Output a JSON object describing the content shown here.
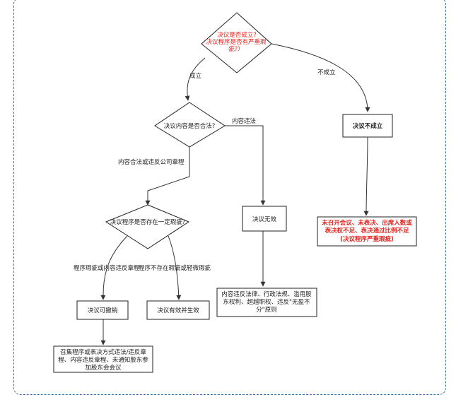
{
  "diagram": {
    "decision_established": {
      "line1": "决议是否成立?",
      "line2": "决议程序是否有严重瑕",
      "line3": "疵?）"
    },
    "edge_established": "成立",
    "edge_not_established": "不成立",
    "box_not_established": "决议不成立",
    "box_not_established_reason": {
      "line1": "未召开会议、未表决、出席人数或",
      "line2": "表决权不足、表决通过比例不足",
      "line3": "(决议程序严重瑕疵)"
    },
    "decision_content": "决议内容是否合法?",
    "edge_content_illegal": "内容违法",
    "edge_content_legal": "内容合法或违反公司章程",
    "box_void": "决议无效",
    "box_void_reason": {
      "line1": "内容违反法律、行政法规、滥用股",
      "line2": "东权利、超越职权、违反\"无盈不",
      "line3": "分\"原则"
    },
    "decision_procedure": "决议程序是否存在一定瑕疵?",
    "edge_procedure_flaw": "程序瑕疵或内容违反章程",
    "edge_no_flaw": "程序不存在瑕疵或轻微瑕疵",
    "box_revocable": "决议可撤销",
    "box_valid": "决议有效并生效",
    "box_revocable_reason": {
      "line1": "召集程序或表决方式违法/违反章",
      "line2": "程、内容违反章程、未通知股东参",
      "line3": "加股东会会议"
    }
  }
}
